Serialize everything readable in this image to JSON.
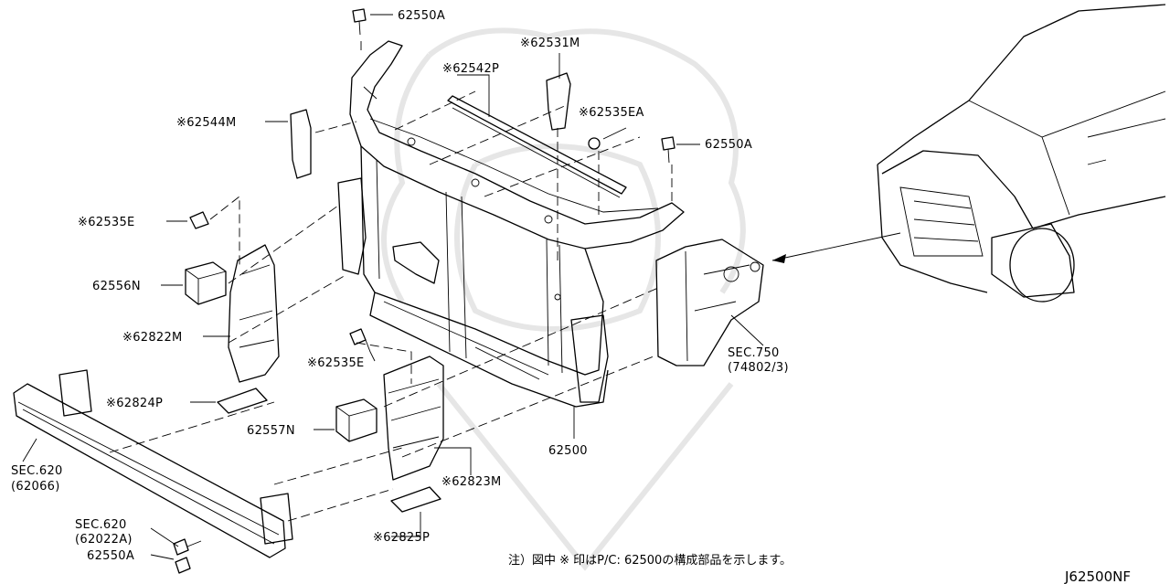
{
  "labels": {
    "l62550A_top": "62550A",
    "l62531M": "※62531M",
    "l62542P": "※62542P",
    "l62535EA": "※62535EA",
    "l62544M": "※62544M",
    "l62550A_right": "62550A",
    "l62535E_left": "※62535E",
    "l62556N": "62556N",
    "l62822M": "※62822M",
    "l62535E_mid": "※62535E",
    "l62824P": "※62824P",
    "l62557N": "62557N",
    "l62500": "62500",
    "l62823M": "※62823M",
    "l62825P": "※62825P",
    "sec750": "SEC.750",
    "sec750_ref": "(74802/3)",
    "sec620a": "SEC.620",
    "sec620a_ref": "(62066)",
    "sec620b": "SEC.620",
    "sec620b_ref": "(62022A)",
    "l62550A_bottom": "62550A"
  },
  "note": "注）図中 ※ 印はP/C: 62500の構成部品を示します。",
  "diagram_code": "J62500NF"
}
